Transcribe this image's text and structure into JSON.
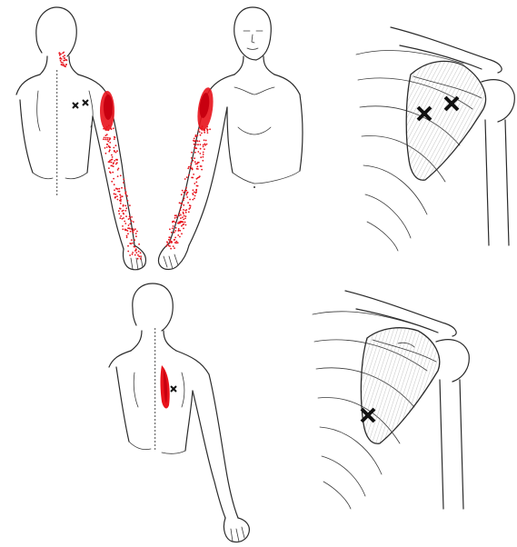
{
  "palette": {
    "pain_red": "#e8121b",
    "line_ink": "#2b2b2b",
    "x_mark": "#111111",
    "background": "#ffffff"
  },
  "panels": [
    {
      "id": "top-left",
      "content": "posterior-and-anterior-figures-with-referred-pain",
      "trigger_points": 2
    },
    {
      "id": "top-right",
      "content": "scapula-muscle-anatomy",
      "trigger_points": 2
    },
    {
      "id": "bottom-left",
      "content": "posterior-figure-with-referred-pain",
      "trigger_points": 1
    },
    {
      "id": "bottom-right",
      "content": "scapula-muscle-anatomy",
      "trigger_points": 1
    }
  ]
}
